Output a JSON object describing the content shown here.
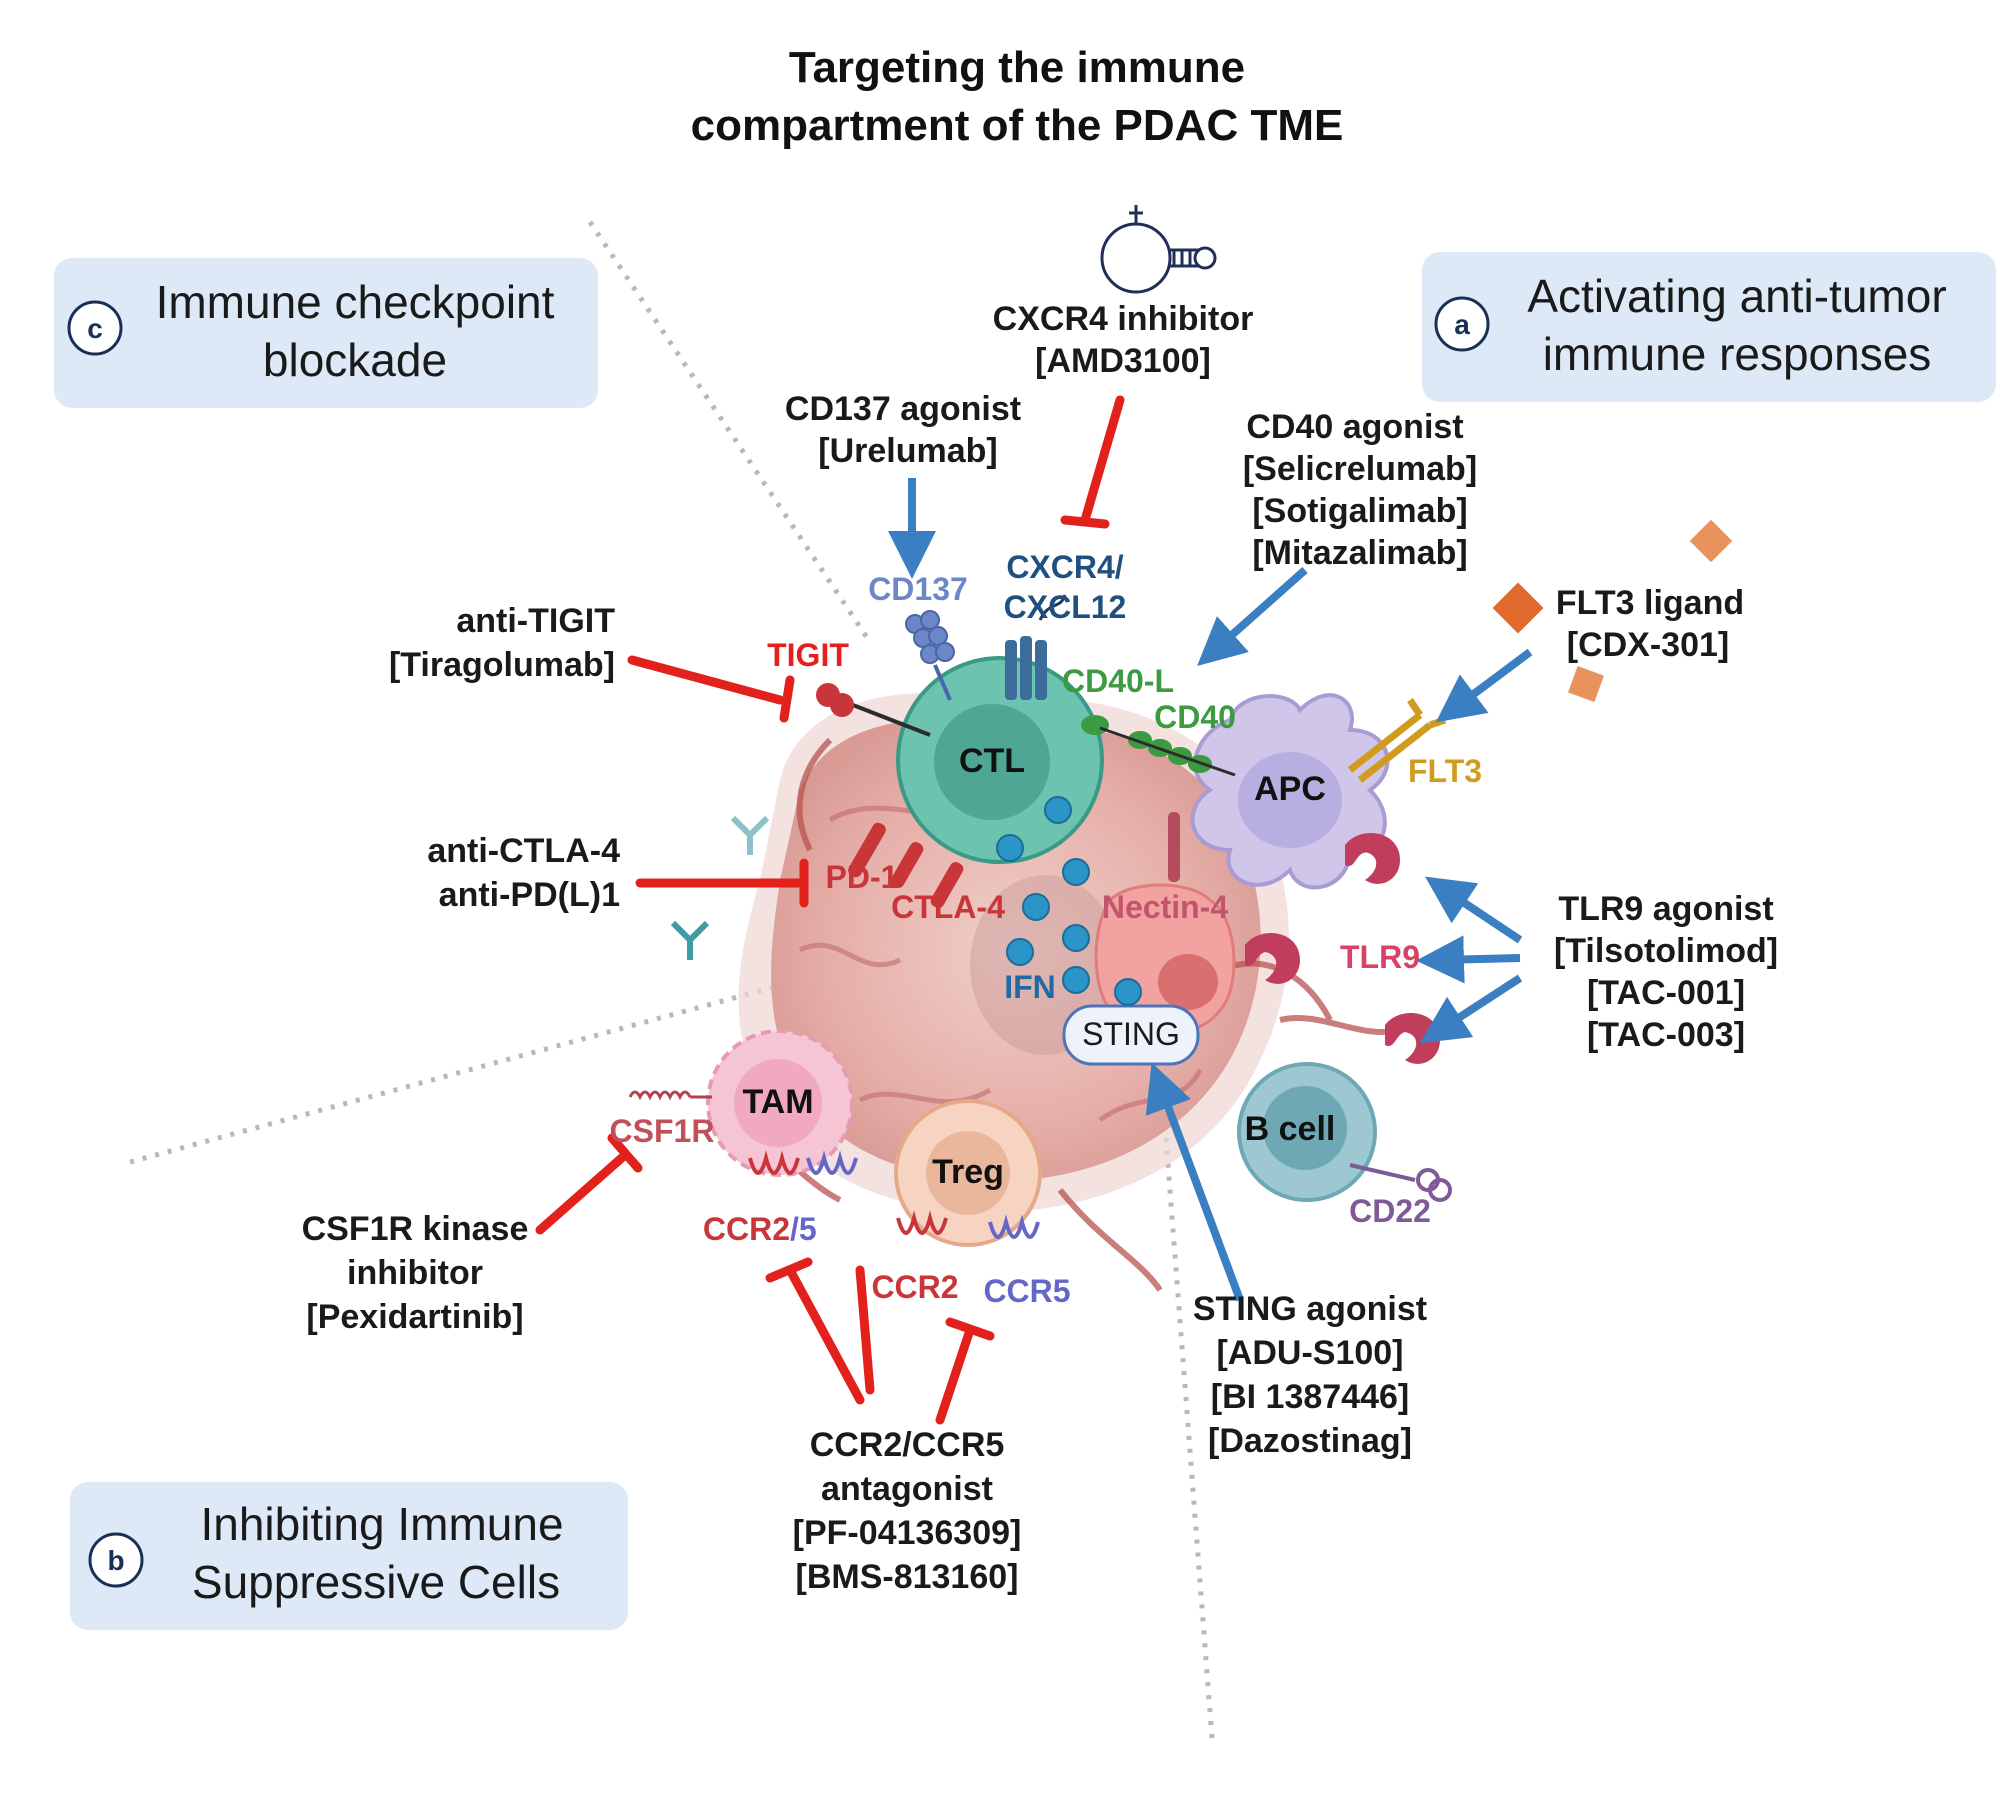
{
  "title": {
    "line1": "Targeting the immune",
    "line2": "compartment of the PDAC TME"
  },
  "panels": {
    "a": {
      "letter": "a",
      "line1": "Activating anti-tumor",
      "line2": "immune responses"
    },
    "b": {
      "letter": "b",
      "line1": "Inhibiting Immune",
      "line2": "Suppressive Cells"
    },
    "c": {
      "letter": "c",
      "line1": "Immune checkpoint",
      "line2": "blockade"
    }
  },
  "cells": {
    "ctl": "CTL",
    "apc": "APC",
    "tam": "TAM",
    "treg": "Treg",
    "bcell": "B cell",
    "sting": "STING",
    "ifn": "IFN"
  },
  "receptors": {
    "cd137": "CD137",
    "cxcr4_line1": "CXCR4/",
    "cxcr4_line2": "CXCL12",
    "tigit": "TIGIT",
    "cd40l": "CD40-L",
    "cd40": "CD40",
    "flt3": "FLT3",
    "pd1": "PD-1",
    "ctla4": "CTLA-4",
    "nectin4": "Nectin-4",
    "tlr9": "TLR9",
    "csf1r": "CSF1R",
    "ccr25_a": "CCR2",
    "ccr25_b": "/5",
    "ccr2": "CCR2",
    "ccr5": "CCR5",
    "cd22": "CD22"
  },
  "drugs": {
    "cxcr4": [
      "CXCR4 inhibitor",
      "[AMD3100]"
    ],
    "cd137": [
      "CD137 agonist",
      "[Urelumab]"
    ],
    "cd40": [
      "CD40 agonist",
      "[Selicrelumab]",
      "[Sotigalimab]",
      "[Mitazalimab]"
    ],
    "flt3": [
      "FLT3 ligand",
      "[CDX-301]"
    ],
    "tigit": [
      "anti-TIGIT",
      "[Tiragolumab]"
    ],
    "ctla4": [
      "anti-CTLA-4",
      "anti-PD(L)1"
    ],
    "tlr9": [
      "TLR9 agonist",
      "[Tilsotolimod]",
      "[TAC-001]",
      "[TAC-003]"
    ],
    "csf1r": [
      "CSF1R kinase",
      "inhibitor",
      "[Pexidartinib]"
    ],
    "ccr": [
      "CCR2/CCR5",
      "antagonist",
      "[PF-04136309]",
      "[BMS-813160]"
    ],
    "sting": [
      "STING agonist",
      "[ADU-S100]",
      "[BI 1387446]",
      "[Dazostinag]"
    ]
  },
  "colors": {
    "inhibit": "#e3211c",
    "activate": "#3a7fc1",
    "panel_bg": "#dde9f6",
    "tumor": "#e7b4b0",
    "ctl": "#6cc3b0",
    "apc": "#cfc6ea",
    "tam": "#f6c5d4",
    "treg": "#f7d4c1",
    "bcell": "#9ec8d1"
  }
}
